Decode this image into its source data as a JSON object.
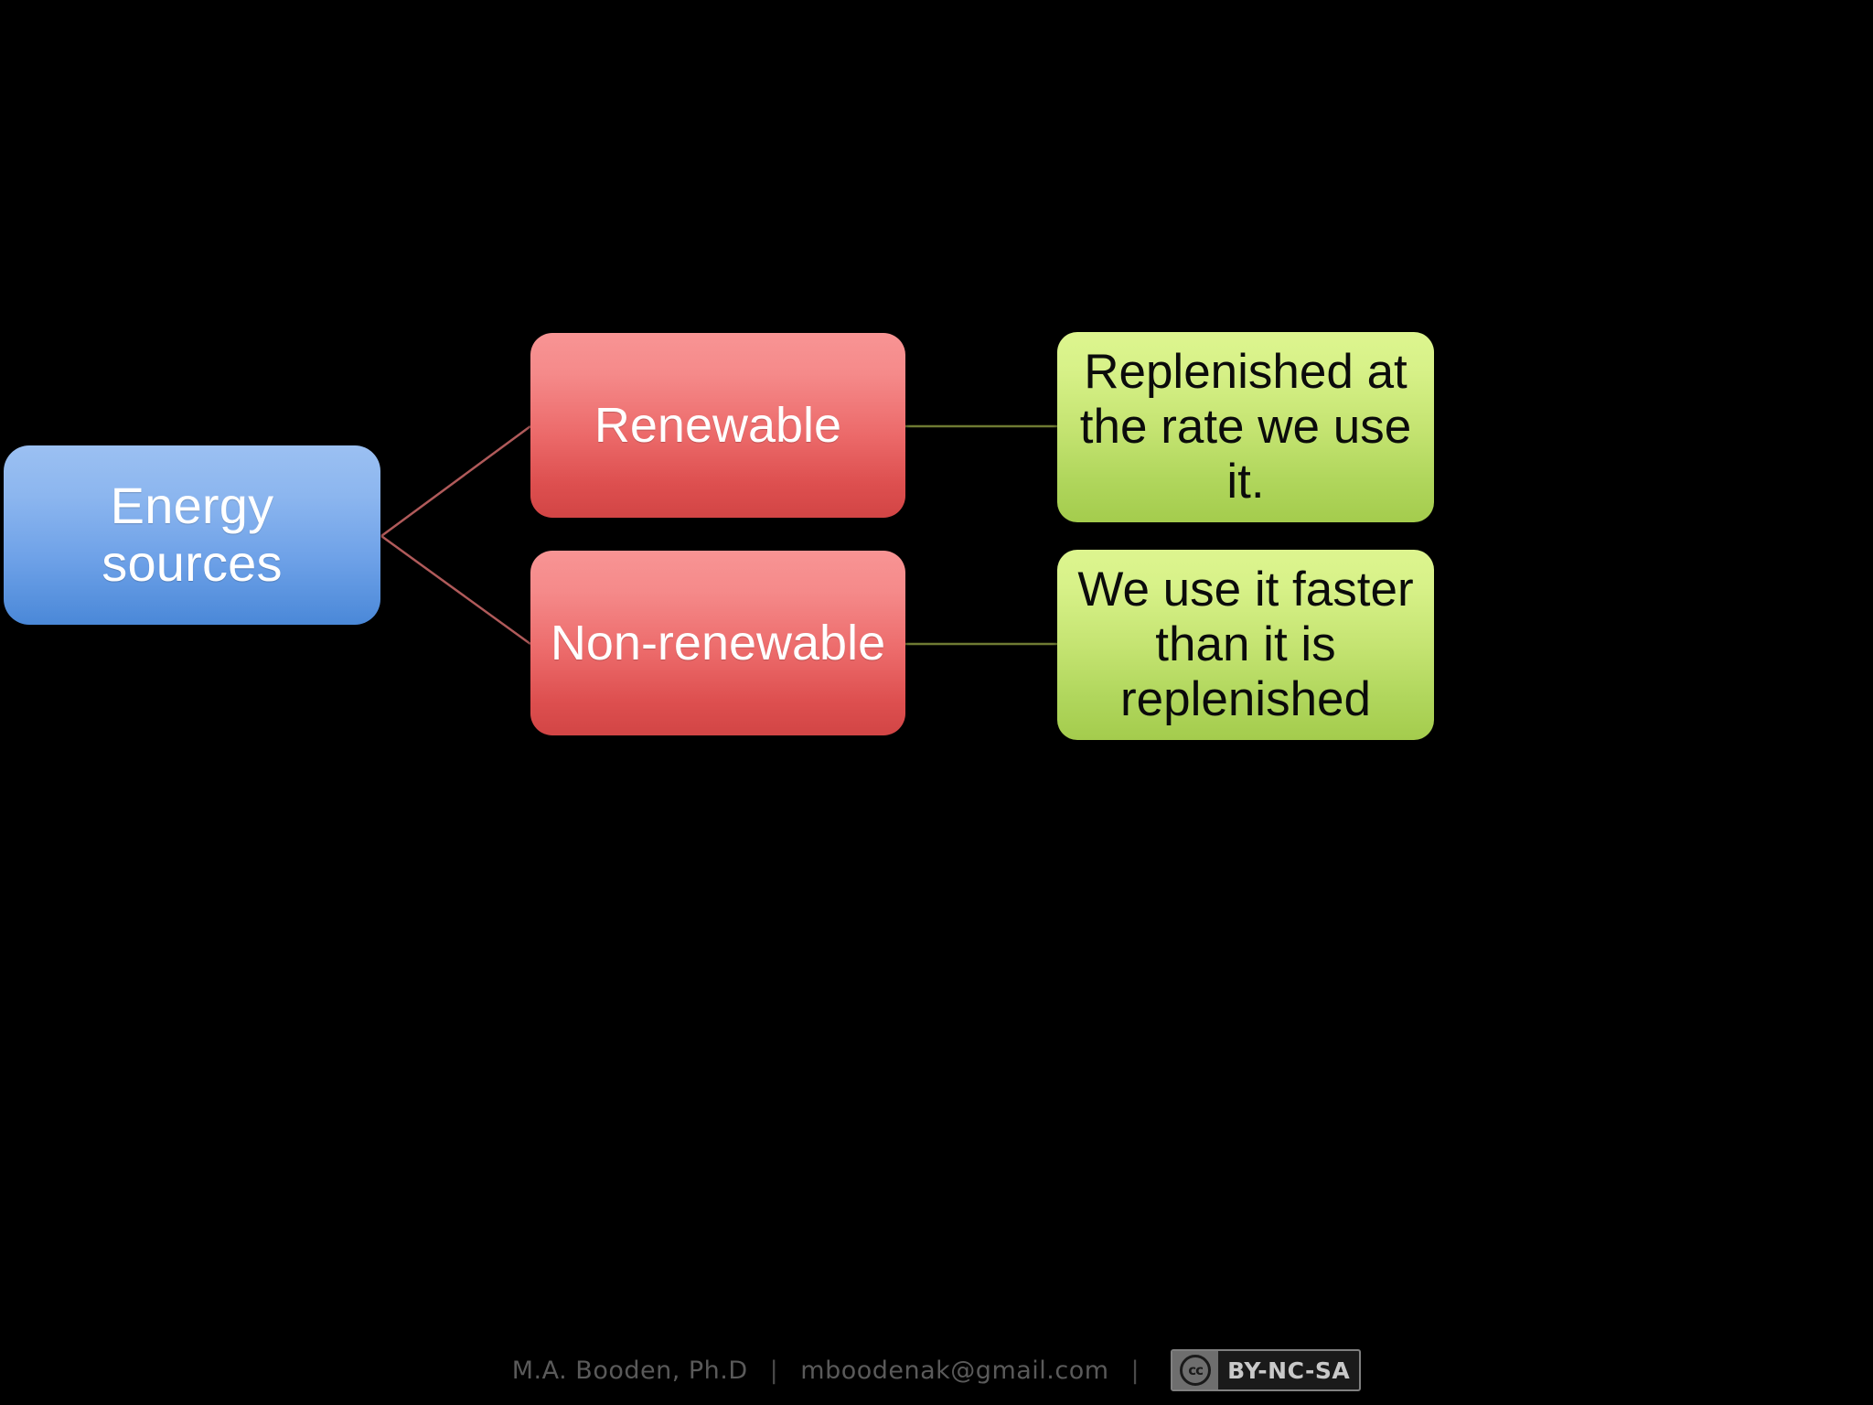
{
  "slide": {
    "background_color": "#000000",
    "title": ""
  },
  "diagram": {
    "type": "hierarchy",
    "root": {
      "label": "Energy sources",
      "fill_top": "#9bc0f2",
      "fill_bottom": "#4a88d8",
      "text_color": "#ffffff"
    },
    "branches": [
      {
        "label": "Renewable",
        "fill_top": "#f89494",
        "fill_bottom": "#d24545",
        "text_color": "#ffffff",
        "leaf": {
          "label": "Replenished at the rate we use it.",
          "fill_top": "#ddf58f",
          "fill_bottom": "#a4cc4d",
          "text_color": "#0b0b0b"
        }
      },
      {
        "label": "Non-renewable",
        "fill_top": "#f89494",
        "fill_bottom": "#d24545",
        "text_color": "#ffffff",
        "leaf": {
          "label": "We use it faster than it is replenished",
          "fill_top": "#ddf58f",
          "fill_bottom": "#a4cc4d",
          "text_color": "#0b0b0b"
        }
      }
    ],
    "connectors": {
      "root_to_branch_color": "#b05a5a",
      "branch_to_leaf_color": "#6e7a33"
    }
  },
  "footer": {
    "author": "M.A. Booden, Ph.D",
    "separator_1": "|",
    "email": "mboodenak@gmail.com",
    "separator_2": "|",
    "license": {
      "mark": "cc",
      "terms": "BY-NC-SA"
    },
    "text_color": "#5a5a5a"
  }
}
